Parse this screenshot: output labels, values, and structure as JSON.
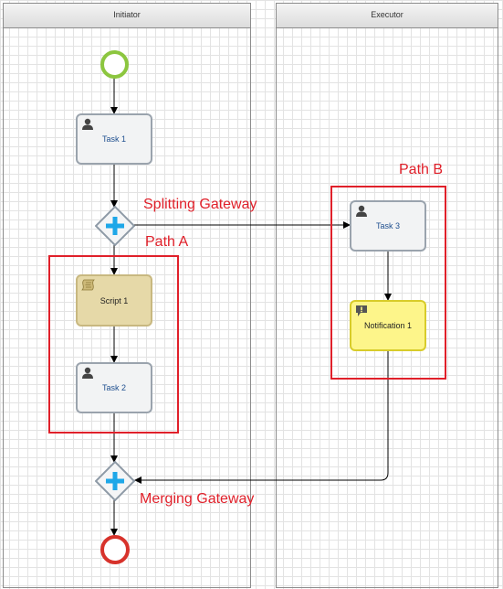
{
  "lanes": {
    "initiator": "Initiator",
    "executor": "Executor"
  },
  "tasks": {
    "task1": "Task 1",
    "script1": "Script 1",
    "task2": "Task 2",
    "task3": "Task 3",
    "notification1": "Notification 1"
  },
  "annotations": {
    "splitting": "Splitting Gateway",
    "path_a": "Path A",
    "path_b": "Path B",
    "merging": "Merging Gateway"
  },
  "colors": {
    "start_event": "#8cc63f",
    "end_event": "#d7322b",
    "highlight": "#e0202a",
    "gateway_plus": "#1ea7e8",
    "script_fill": "#e6d9a8",
    "notification_fill": "#fdf58a"
  },
  "icons": {
    "user_task": "user-icon",
    "script_task": "script-icon",
    "notification_task": "notification-icon",
    "parallel_gateway": "plus-icon"
  }
}
